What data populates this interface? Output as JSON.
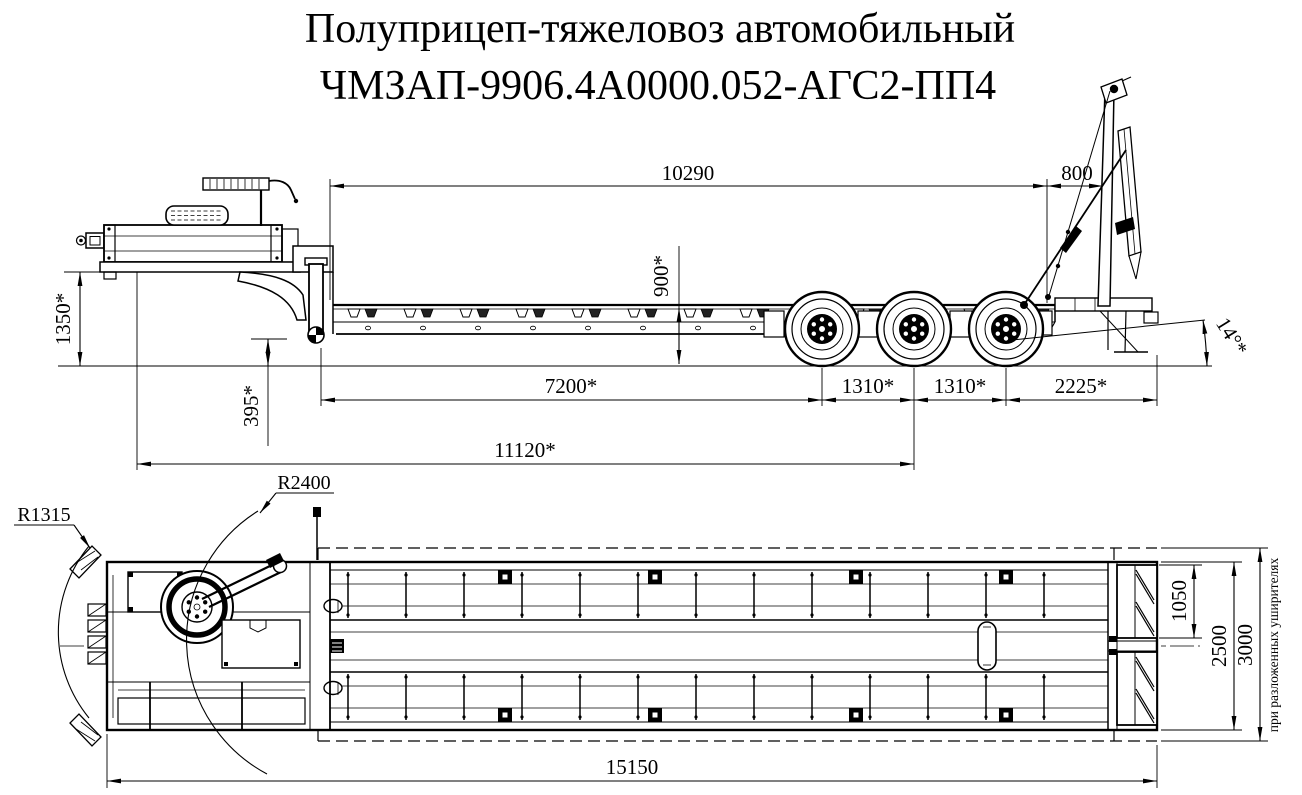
{
  "title": {
    "line1": "Полуприцеп-тяжеловоз автомобильный",
    "line2": "ЧМЗАП-9906.4А0000.052-АГС2-ПП4"
  },
  "colors": {
    "line": "#000000",
    "background": "#ffffff"
  },
  "side_view": {
    "dims": {
      "platform_length": "10290",
      "rear_overhang": "800",
      "loading_height": "900*",
      "gooseneck_height": "1350*",
      "frame_clearance": "395*",
      "kingpin_to_first_axle": "7200*",
      "axle_spacing_1": "1310*",
      "axle_spacing_2": "1310*",
      "rear_section_length": "2225*",
      "kingpin_to_bogie_center": "11120*",
      "ramp_angle": "14°*"
    }
  },
  "top_view": {
    "dims": {
      "radius_front": "R1315",
      "radius_gooseneck": "R2400",
      "ramp_width": "1050",
      "platform_width": "2500",
      "width_extended": "3000",
      "overall_length": "15150"
    },
    "width_note": "при разложенных уширителях"
  }
}
